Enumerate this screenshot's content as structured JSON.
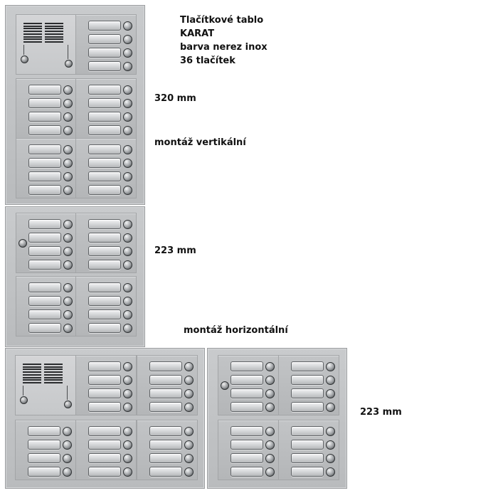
{
  "description": {
    "line1": "Tlačítkové tablo",
    "line2": "KARAT",
    "line3": "barva nerez inox",
    "line4": "36 tlačítek"
  },
  "labels": {
    "height_vertical": "320 mm",
    "mount_vertical": "montáž vertikální",
    "height_second": "223 mm",
    "mount_horizontal": "montáž horizontální",
    "height_horizontal": "223 mm"
  },
  "colors": {
    "panel": "#c0c2c4",
    "slot": "#e6e7e8",
    "outline": "#5f6265"
  }
}
